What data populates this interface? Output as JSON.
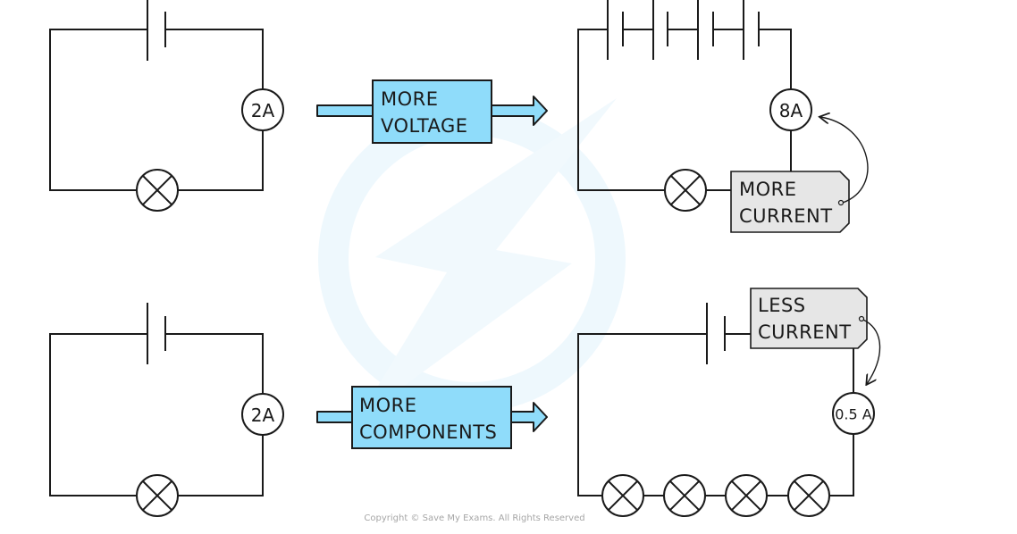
{
  "title": "Effect of voltage and number of components on current",
  "colors": {
    "wire": "#1a1a1a",
    "label_box": "#8fdcfa",
    "tag_fill": "#e6e6e6",
    "watermark": "#eef8fd"
  },
  "rows": [
    {
      "name": "voltage",
      "before": {
        "cells": 1,
        "lamps": 1,
        "ammeter_reading": "2A"
      },
      "transition_label": [
        "MORE",
        "VOLTAGE"
      ],
      "after": {
        "cells": 4,
        "lamps": 1,
        "ammeter_reading": "8A",
        "tag": [
          "MORE",
          "CURRENT"
        ]
      }
    },
    {
      "name": "components",
      "before": {
        "cells": 1,
        "lamps": 1,
        "ammeter_reading": "2A"
      },
      "transition_label": [
        "MORE",
        "COMPONENTS"
      ],
      "after": {
        "cells": 1,
        "lamps": 4,
        "ammeter_reading": "0.5 A",
        "tag": [
          "LESS",
          "CURRENT"
        ]
      }
    }
  ],
  "footer": {
    "copyright": "Copyright © Save My Exams. All Rights Reserved"
  }
}
